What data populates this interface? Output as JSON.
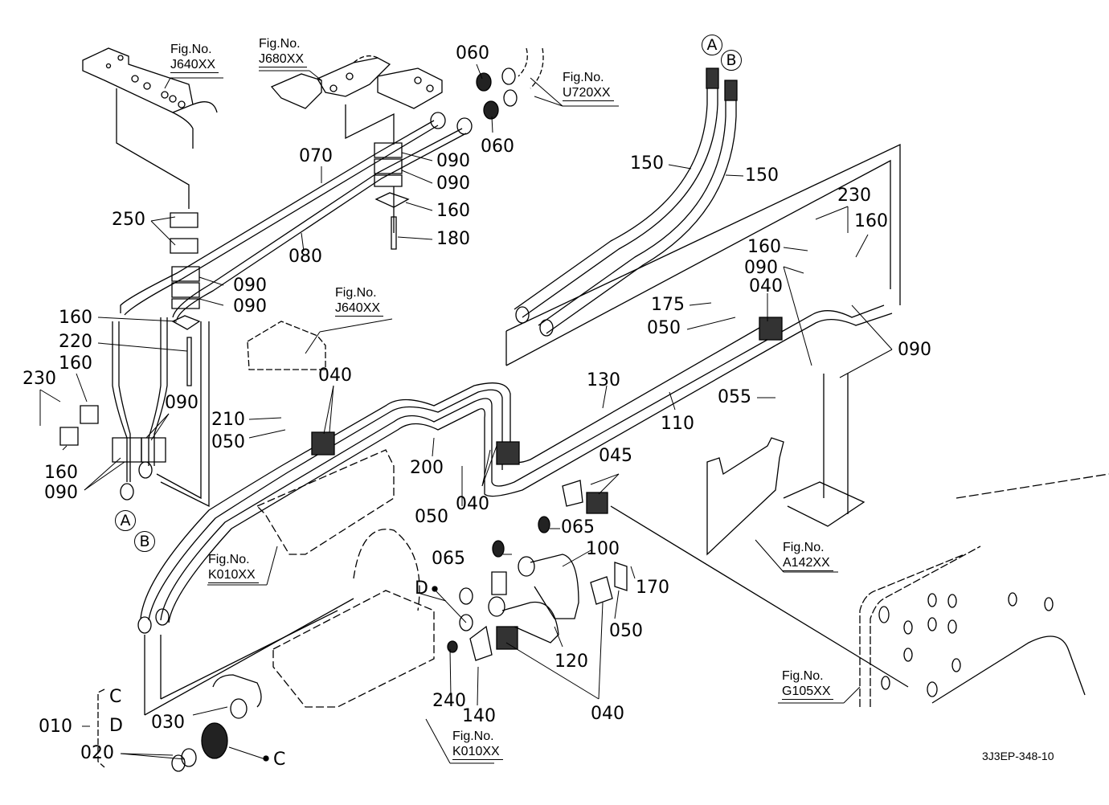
{
  "diagram": {
    "title": "Hydraulic piping parts diagram",
    "drawing_code": "3J3EP-348-10",
    "figure_refs": [
      {
        "id": "fig-j640-top",
        "caption": "Fig.No.",
        "code": "J640XX"
      },
      {
        "id": "fig-j680",
        "caption": "Fig.No.",
        "code": "J680XX"
      },
      {
        "id": "fig-u720",
        "caption": "Fig.No.",
        "code": "U720XX"
      },
      {
        "id": "fig-j640-mid",
        "caption": "Fig.No.",
        "code": "J640XX"
      },
      {
        "id": "fig-k010-left",
        "caption": "Fig.No.",
        "code": "K010XX"
      },
      {
        "id": "fig-a142",
        "caption": "Fig.No.",
        "code": "A142XX"
      },
      {
        "id": "fig-k010-bottom",
        "caption": "Fig.No.",
        "code": "K010XX"
      },
      {
        "id": "fig-g105",
        "caption": "Fig.No.",
        "code": "G105XX"
      }
    ],
    "part_labels": [
      "060",
      "060",
      "090",
      "090",
      "070",
      "080",
      "160",
      "180",
      "150",
      "150",
      "230",
      "160",
      "160",
      "090",
      "040",
      "175",
      "050",
      "090",
      "055",
      "250",
      "090",
      "090",
      "160",
      "220",
      "160",
      "230",
      "090",
      "160",
      "090",
      "040",
      "210",
      "050",
      "130",
      "110",
      "200",
      "050",
      "040",
      "045",
      "065",
      "065",
      "100",
      "170",
      "050",
      "120",
      "040",
      "240",
      "140",
      "030",
      "010",
      "020"
    ],
    "connectors": [
      "A",
      "B",
      "A",
      "B"
    ],
    "kit_group": {
      "main": "010",
      "members": [
        "C",
        "D"
      ],
      "sub": "020",
      "dot_labels": [
        "D",
        "C"
      ]
    }
  }
}
